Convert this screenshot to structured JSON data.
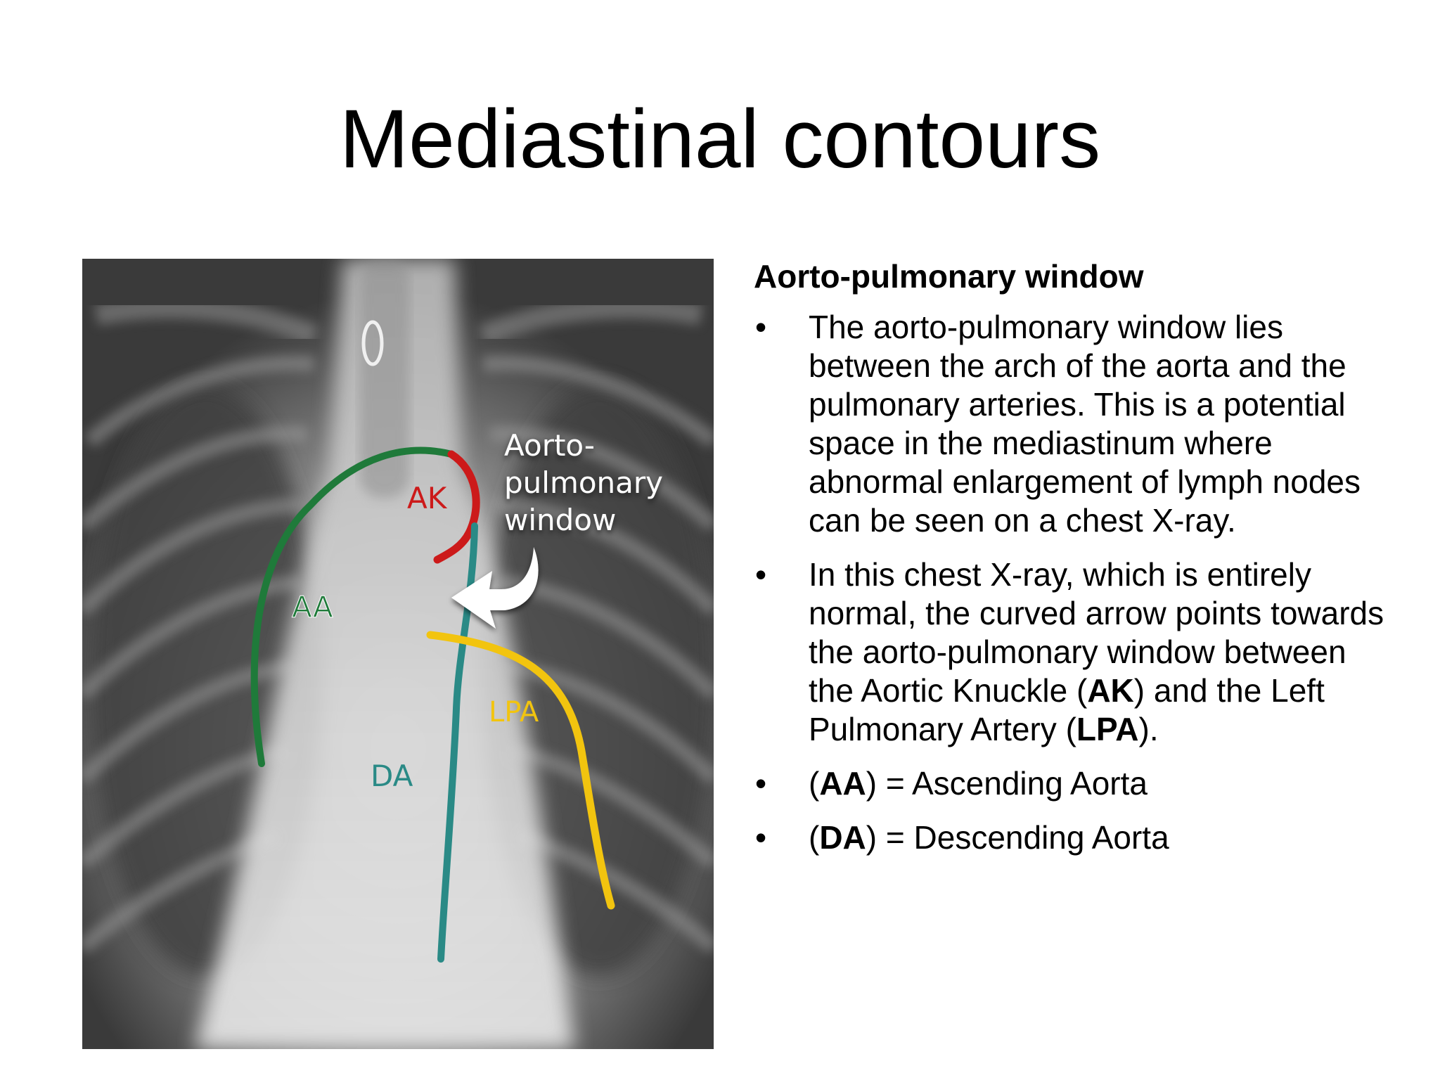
{
  "slide": {
    "title": "Mediastinal contours"
  },
  "image": {
    "labels": {
      "ak": "AK",
      "aa": "AA",
      "lpa": "LPA",
      "da": "DA",
      "window_line1": "Aorto-",
      "window_line2": "pulmonary",
      "window_line3": "window"
    },
    "colors": {
      "aa": "#1f7a3a",
      "ak": "#cc1a1a",
      "da": "#2a8a86",
      "lpa": "#f2c40f"
    }
  },
  "panel": {
    "heading": "Aorto-pulmonary window",
    "bullet_symbol": "•",
    "bullets": {
      "b1": {
        "text": "The aorto-pulmonary window lies between the arch of the aorta and the pulmonary arteries. This is a potential space in the mediastinum where abnormal enlargement of lymph nodes can be seen on a chest X-ray."
      },
      "b2": {
        "part1": "In this chest X-ray, which is entirely normal, the curved arrow points towards the aorto-pulmonary window between the Aortic Knuckle (",
        "ak": "AK",
        "part2": ") and the Left Pulmonary Artery (",
        "lpa": "LPA",
        "part3": ")."
      },
      "b3": {
        "open": "(",
        "abbr": "AA",
        "rest": ") = Ascending Aorta"
      },
      "b4": {
        "open": "(",
        "abbr": "DA",
        "rest": ") = Descending Aorta"
      }
    }
  }
}
